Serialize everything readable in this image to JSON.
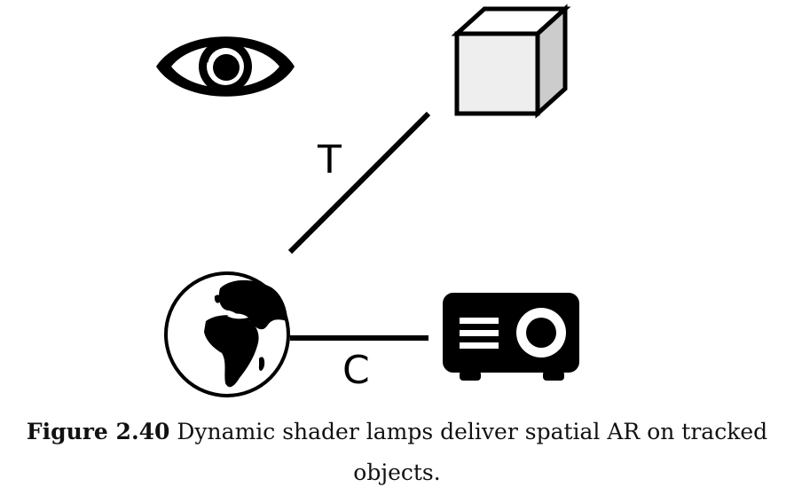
{
  "diagram": {
    "edges": [
      {
        "id": "tracking",
        "label": "T",
        "from": "world",
        "to": "object"
      },
      {
        "id": "calibration",
        "label": "C",
        "from": "world",
        "to": "projector"
      }
    ],
    "nodes": [
      {
        "id": "viewer",
        "icon": "eye-icon"
      },
      {
        "id": "object",
        "icon": "cube-icon"
      },
      {
        "id": "world",
        "icon": "globe-icon"
      },
      {
        "id": "projector",
        "icon": "projector-icon"
      }
    ],
    "colors": {
      "ink": "#000000",
      "cube_front": "#eeeeee",
      "cube_side": "#cccccc",
      "background": "#ffffff"
    }
  },
  "caption": {
    "figure_number": "Figure 2.40",
    "text_line1": "Dynamic shader lamps deliver spatial AR on tracked",
    "text_line2": "objects."
  }
}
